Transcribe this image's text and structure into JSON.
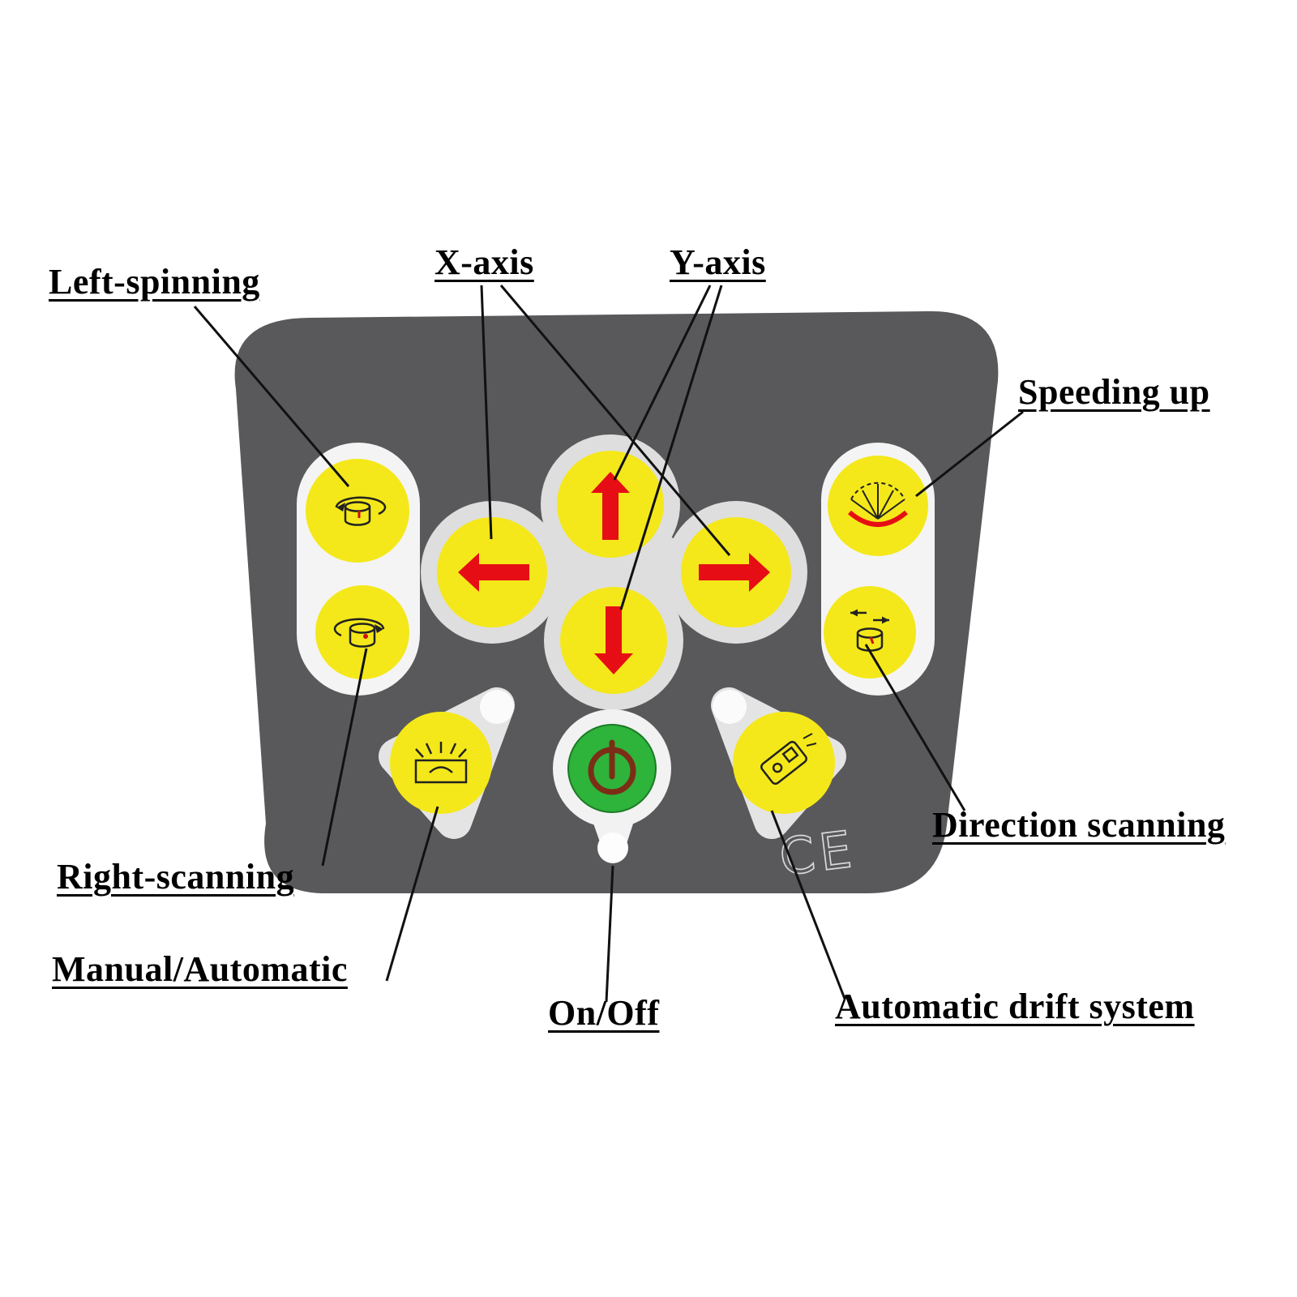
{
  "panel": {
    "ce_mark": "CE"
  },
  "colors": {
    "panel_gray": "#59595b",
    "cluster_light": "#f4f4f4",
    "cross_gray": "#dedede",
    "button_yellow": "#f4e81a",
    "arrow_red": "#e60e14",
    "power_green": "#2eb33b",
    "power_symbol_red": "#7c2d16",
    "icon_black": "#222222",
    "label_black": "#000000"
  },
  "labels": {
    "left_spinning": "Left-spinning",
    "x_axis": "X-axis",
    "y_axis": "Y-axis",
    "speeding_up": "Speeding up",
    "direction_scanning": "Direction scanning",
    "right_scanning": "Right-scanning",
    "manual_automatic": "Manual/Automatic",
    "on_off": "On/Off",
    "automatic_drift": "Automatic drift system"
  },
  "icons": {
    "left_spinning": "rotate-counterclockwise-cylinder-icon",
    "right_scanning": "rotate-clockwise-cylinder-icon",
    "dpad_up": "arrow-up-icon",
    "dpad_down": "arrow-down-icon",
    "dpad_left": "arrow-left-icon",
    "dpad_right": "arrow-right-icon",
    "speeding_up": "fan-sweep-icon",
    "direction_scanning": "swap-arrows-cylinder-icon",
    "manual_automatic": "lamp-rays-icon",
    "on_off": "power-icon",
    "automatic_drift": "tilted-device-icon"
  }
}
